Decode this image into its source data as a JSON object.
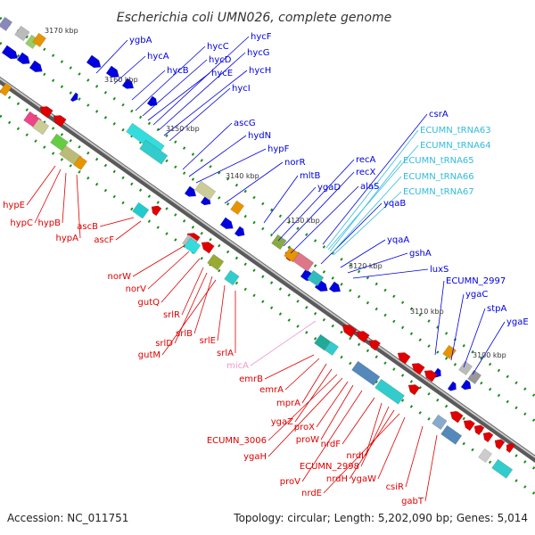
{
  "title": "Escherichia coli UMN026, complete genome",
  "footer": {
    "accession_label": "Accession:",
    "accession": "NC_011751",
    "topology_label": "Topology:",
    "topology": "circular",
    "length_label": "Length:",
    "length": "5,202,090 bp",
    "genes_label": "Genes:",
    "genes": "5,014"
  },
  "colors": {
    "forward": "#0000e0",
    "reverse": "#e00000",
    "trna": "#33bbdd",
    "ncrna": "#ee99cc",
    "backbone": "#888888",
    "tick": "#1a8f1a"
  },
  "kbp_labels": [
    "3170 kbp",
    "3160 kbp",
    "3150 kbp",
    "3140 kbp",
    "3130 kbp",
    "3120 kbp",
    "3110 kbp",
    "3100 kbp"
  ],
  "gene_labels": {
    "forward": [
      "ygbA",
      "hycA",
      "hycB",
      "hycC",
      "hycD",
      "hycE",
      "hycF",
      "hycG",
      "hycH",
      "hycI",
      "ascG",
      "hydN",
      "hypF",
      "norR",
      "mltB",
      "ygaD",
      "recA",
      "recX",
      "alaS",
      "yqaB",
      "yqaA",
      "gshA",
      "luxS",
      "ECUMN_2997",
      "ygaC",
      "stpA",
      "ygaE",
      "csrA"
    ],
    "trna": [
      "ECUMN_tRNA63",
      "ECUMN_tRNA64",
      "ECUMN_tRNA65",
      "ECUMN_tRNA66",
      "ECUMN_tRNA67"
    ],
    "reverse": [
      "hypE",
      "hypC",
      "hypB",
      "hypA",
      "ascB",
      "ascF",
      "norW",
      "norV",
      "gutQ",
      "srlR",
      "srlD",
      "srlB",
      "gutM",
      "srlE",
      "srlA",
      "emrB",
      "emrA",
      "mprA",
      "ygaZ",
      "ECUMN_3006",
      "ygaH",
      "proX",
      "proW",
      "proV",
      "nrdF",
      "nrdI",
      "ECUMN_2998",
      "nrdH",
      "nrdE",
      "ygaW",
      "csiR",
      "gabT"
    ],
    "ncrna": [
      "micA"
    ]
  }
}
